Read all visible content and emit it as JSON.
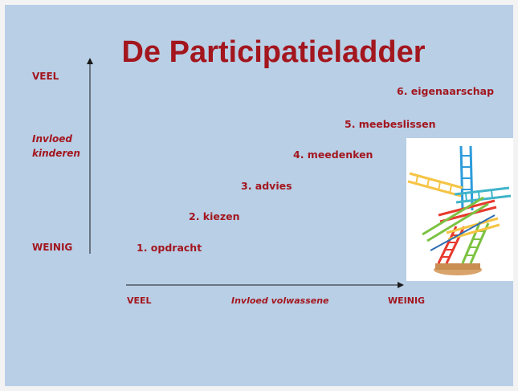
{
  "slide": {
    "title": "De Participatieladder",
    "y_axis": {
      "top_label": "VEEL",
      "middle_label_line1": "Invloed",
      "middle_label_line2": "kinderen",
      "bottom_label": "WEINIG"
    },
    "x_axis": {
      "left_label": "VEEL",
      "middle_label": "Invloed volwassene",
      "right_label": "WEINIG"
    },
    "steps": [
      "1. opdracht",
      "2. kiezen",
      "3. advies",
      "4. meedenken",
      "5. meebeslissen",
      "6. eigenaarschap"
    ],
    "image": {
      "icon": "stacked-ladders-toy-icon"
    },
    "colors": {
      "background": "#b8cfe6",
      "accent": "#a3161e"
    }
  }
}
